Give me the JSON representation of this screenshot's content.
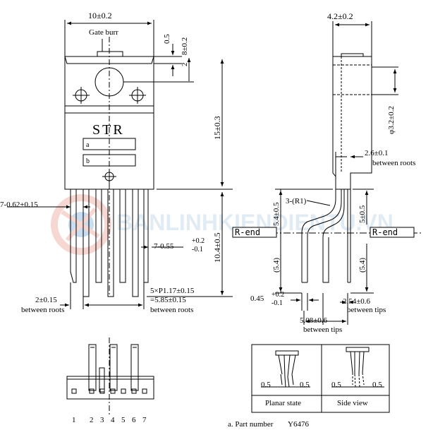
{
  "watermark": {
    "text": "BANLINHKIENDIENTU.VN",
    "icon": "gear-logo-icon"
  },
  "front_view": {
    "width_dim": "10±0.2",
    "gate_burr": "Gate burr",
    "dim_top_05": "0.5",
    "dim_top_2": "2",
    "dim_8": "8±0.2",
    "dim_15": "15±0.3",
    "dim_104": "10.4±0.5",
    "brand": "STR",
    "field_a": "a",
    "field_b": "b",
    "pin_width": "7-0.62±0.15",
    "pin_thick": "7-0.55",
    "pin_thick_tol_plus": "+0.2",
    "pin_thick_tol_minus": "-0.1",
    "dim_left_roots": "2±0.15",
    "dim_left_roots_label": "between roots",
    "pitch": "5×P1.17±0.15",
    "pitch_total": "=5.85±0.15",
    "pitch_label": "between roots"
  },
  "side_view": {
    "thickness": "4.2±0.2",
    "hole_dia": "φ3.2±0.2",
    "dim_26": "2.6±0.1",
    "dim_26_label": "between roots",
    "bend_radius": "3-(R1)",
    "dim_54_upper": "5.4±0.5",
    "dim_54_lower": "(5.4)",
    "r_end_left": "R-end",
    "r_end_right": "R-end",
    "right_05": "5±0.5",
    "right_54": "(5.4)",
    "lead_thick": "0.45",
    "lead_thick_tol_plus": "+0.2",
    "lead_thick_tol_minus": "-0.1",
    "tips_pitch": "2.54±0.6",
    "tips_pitch_label": "between tips",
    "tips_span": "5.08±0.6",
    "tips_span_label": "between tips"
  },
  "bottom_view": {
    "pins": [
      "1",
      "2",
      "3",
      "4",
      "5",
      "6",
      "7"
    ]
  },
  "inset": {
    "dims": [
      "0.5",
      "0.5",
      "0.5",
      "0.5"
    ],
    "planar_label": "Planar state",
    "side_label": "Side view"
  },
  "part_number_label": "a. Part number",
  "part_number_value": "Y6476"
}
